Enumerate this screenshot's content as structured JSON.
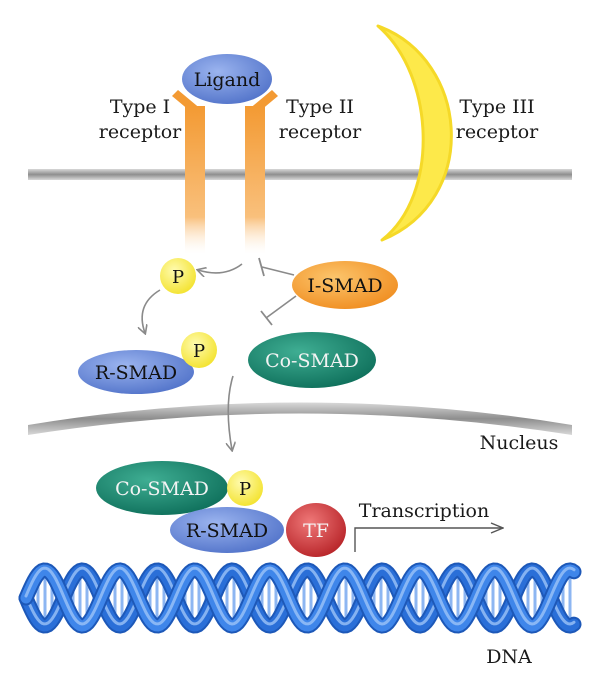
{
  "receptors": {
    "type1": [
      "Type I",
      "receptor"
    ],
    "type2": [
      "Type II",
      "receptor"
    ],
    "type3": [
      "Type III",
      "receptor"
    ]
  },
  "molecules": {
    "ligand": "Ligand",
    "phosphate": "P",
    "i_smad": "I-SMAD",
    "r_smad": "R-SMAD",
    "co_smad": "Co-SMAD",
    "tf": "TF"
  },
  "labels": {
    "nucleus": "Nucleus",
    "transcription": "Transcription",
    "dna": "DNA"
  },
  "colors": {
    "ligand": "#5b7fd0",
    "receptor": "#f7a64a",
    "type3": "#fde94a",
    "phosphate": "#f4e83a",
    "i_smad": "#f39a2a",
    "r_smad": "#5f82d6",
    "co_smad": "#15806a",
    "tf": "#c8262a",
    "dna": "#2f79e0"
  }
}
